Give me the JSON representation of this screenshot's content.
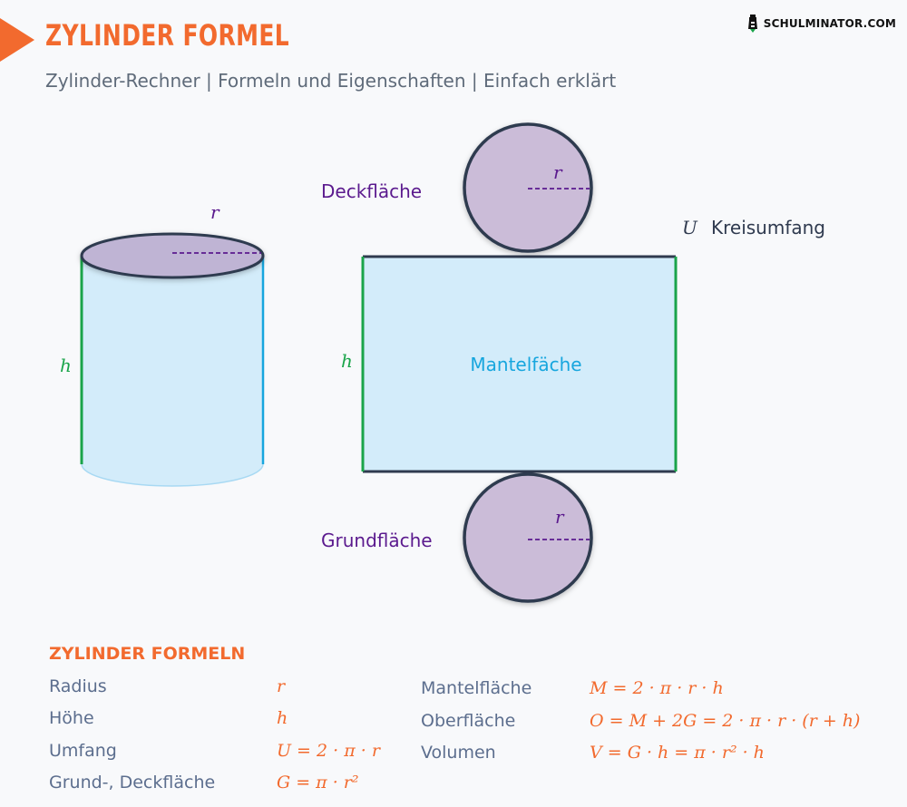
{
  "header": {
    "title": "ZYLINDER FORMEL",
    "subtitle": "Zylinder-Rechner | Formeln und Eigenschaften | Einfach erklärt",
    "brand": "SCHULMINATOR.COM"
  },
  "diagram": {
    "cylinder": {
      "radius_label": "r",
      "height_label": "h"
    },
    "net": {
      "top_label": "Deckfläche",
      "top_radius_label": "r",
      "bottom_label": "Grundfläche",
      "bottom_radius_label": "r",
      "lateral_label": "Mantelfäche",
      "height_label": "h",
      "perimeter_symbol": "U",
      "perimeter_label": "Kreisumfang"
    }
  },
  "formulas": {
    "title": "ZYLINDER FORMELN",
    "left": [
      {
        "label": "Radius",
        "expr": "r"
      },
      {
        "label": "Höhe",
        "expr": "h"
      },
      {
        "label": "Umfang",
        "expr": "U = 2 · π · r"
      },
      {
        "label": "Grund-, Deckfläche",
        "expr": "G = π · r²"
      }
    ],
    "right": [
      {
        "label": "Mantelfläche",
        "expr": "M = 2 · π · r · h"
      },
      {
        "label": "Oberfläche",
        "expr": "O = M + 2G = 2 · π · r · (r + h)"
      },
      {
        "label": "Volumen",
        "expr": "V = G · h = π · r² · h"
      }
    ]
  },
  "colors": {
    "accent": "#f26a2e",
    "label_purple": "#5b1a8e",
    "height_green": "#1aa44a",
    "lateral_blue": "#17a6de",
    "circle_fill": "#cbbcd8",
    "lateral_fill": "#d3ecfa"
  }
}
